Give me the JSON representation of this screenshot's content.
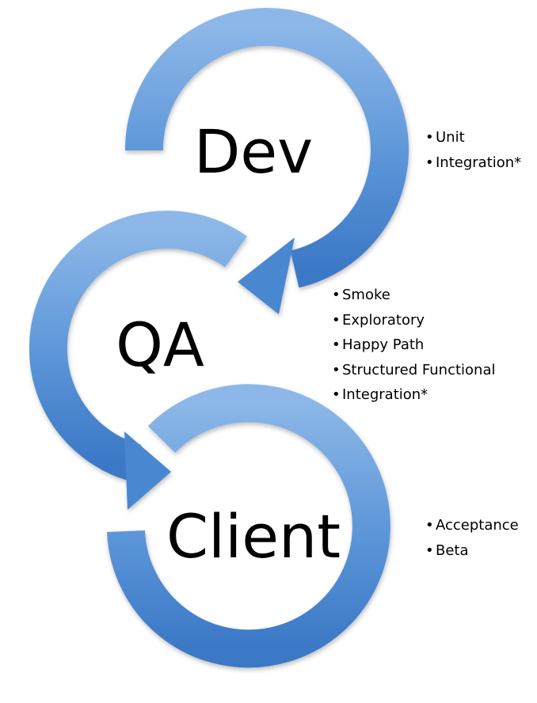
{
  "colors": {
    "ring_light": "#85b1e4",
    "ring_mid": "#5c95d8",
    "ring_dark": "#3c7ac8",
    "ring_edge": "#6f9fda"
  },
  "stages": [
    {
      "label": "Dev",
      "items": [
        "Unit",
        "Integration*"
      ]
    },
    {
      "label": "QA",
      "items": [
        "Smoke",
        "Exploratory",
        "Happy Path",
        "Structured Functional",
        "Integration*"
      ]
    },
    {
      "label": "Client",
      "items": [
        "Acceptance",
        "Beta"
      ]
    }
  ]
}
